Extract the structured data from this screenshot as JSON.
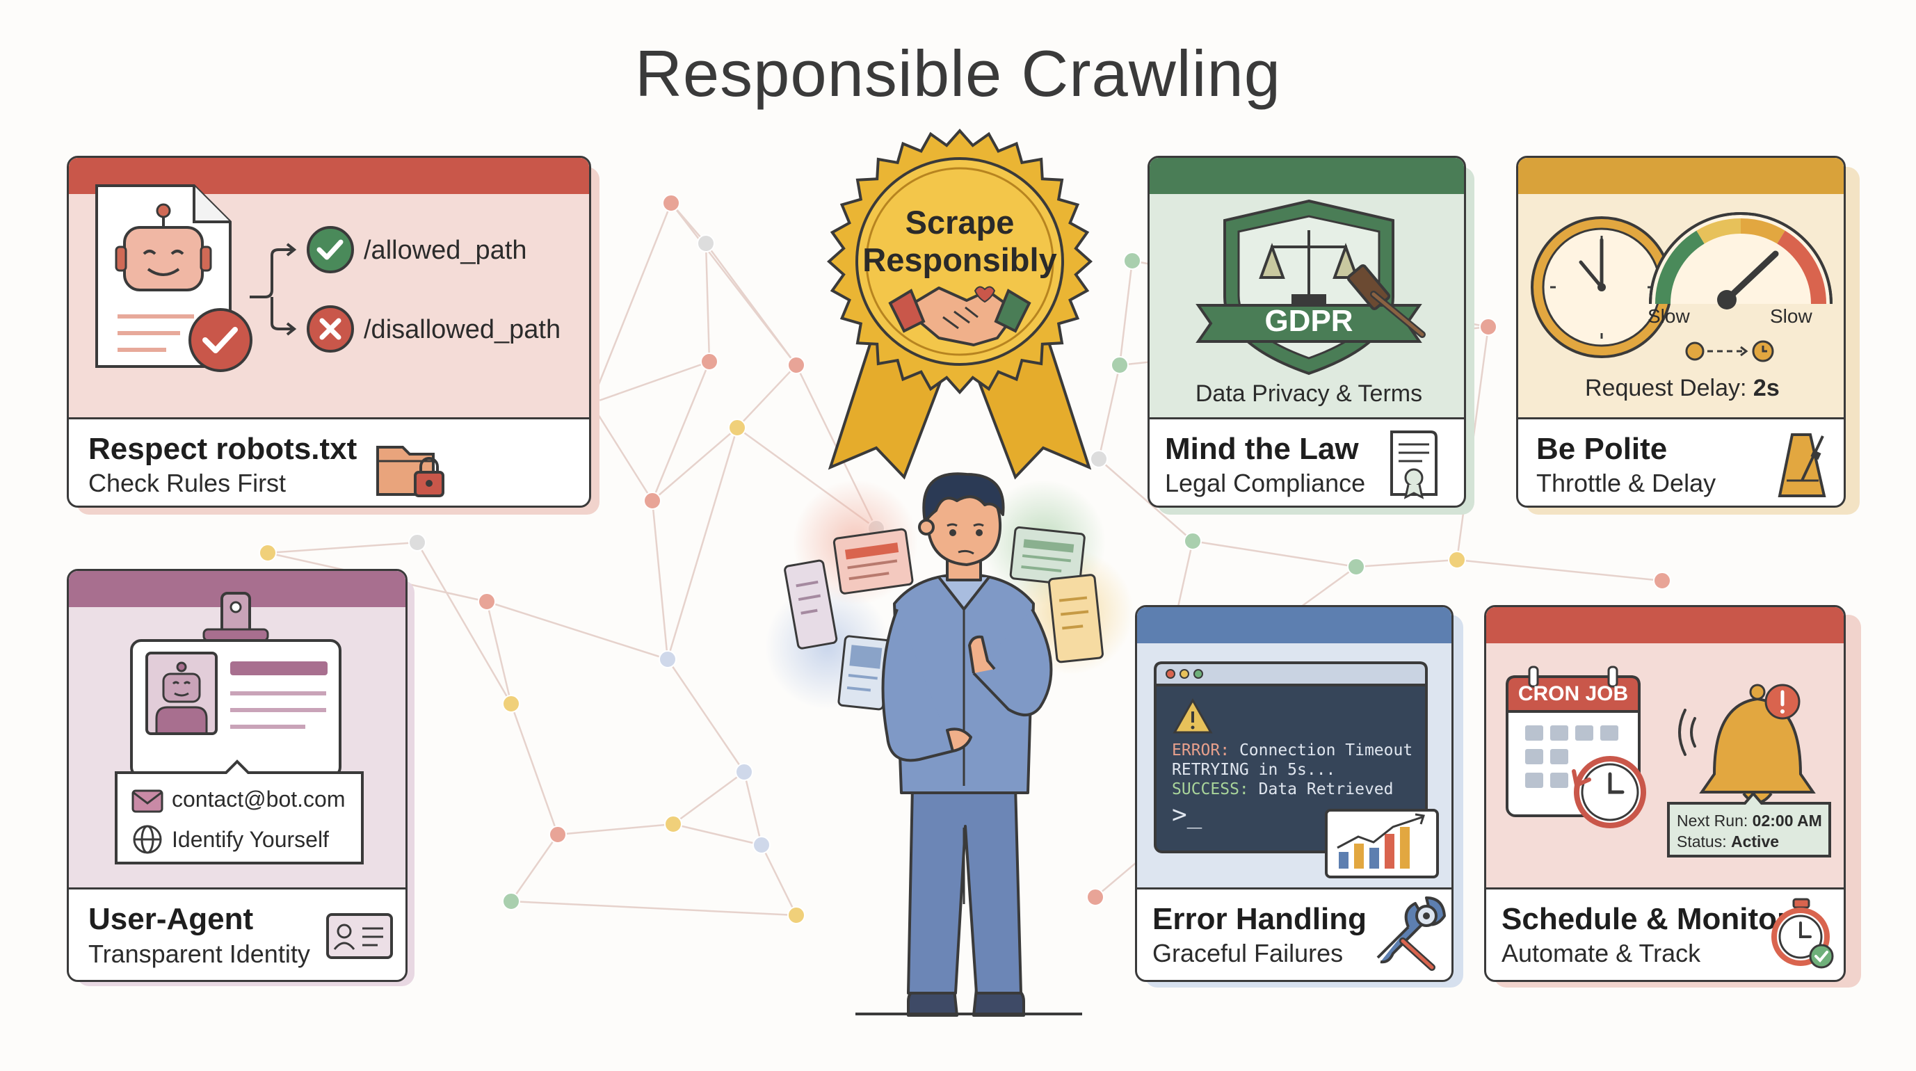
{
  "title": "Responsible Crawling",
  "badge": {
    "line1": "Scrape",
    "line2": "Responsibly"
  },
  "cards": {
    "robots": {
      "title": "Respect robots.txt",
      "subtitle": "Check Rules First",
      "allowed": "/allowed_path",
      "disallowed": "/disallowed_path"
    },
    "useragent": {
      "title": "User-Agent",
      "subtitle": "Transparent Identity",
      "email": "contact@bot.com",
      "identify": "Identify Yourself"
    },
    "law": {
      "title": "Mind the Law",
      "subtitle": "Legal Compliance",
      "shield_text": "GDPR",
      "caption": "Data Privacy & Terms"
    },
    "polite": {
      "title": "Be Polite",
      "subtitle": "Throttle & Delay",
      "slow_left": "Slow",
      "slow_right": "Slow",
      "delay_label": "Request Delay:",
      "delay_value": "2s"
    },
    "errors": {
      "title": "Error Handling",
      "subtitle": "Graceful Failures",
      "console": [
        {
          "key": "ERROR:",
          "text": " Connection Timeout"
        },
        {
          "key": "",
          "text": "RETRYING in 5s..."
        },
        {
          "key": "SUCCESS:",
          "text": " Data Retrieved"
        }
      ],
      "prompt": ">_"
    },
    "schedule": {
      "title": "Schedule & Monitor",
      "subtitle": "Automate & Track",
      "calendar_label": "CRON JOB",
      "next_run_label": "Next Run:",
      "next_run_value": "02:00 AM",
      "status_label": "Status:",
      "status_value": "Active"
    }
  },
  "colors": {
    "red": "#c9574a",
    "red_bg": "#f4dcd7",
    "purple": "#a86f8f",
    "purple_bg": "#ecdfe6",
    "green": "#4a7d56",
    "green_bg": "#dfeadf",
    "amber": "#d9a23a",
    "amber_bg": "#f8ebd2",
    "blue": "#5d7fb0",
    "blue_bg": "#dde5f0",
    "ink": "#3a3a3a"
  }
}
